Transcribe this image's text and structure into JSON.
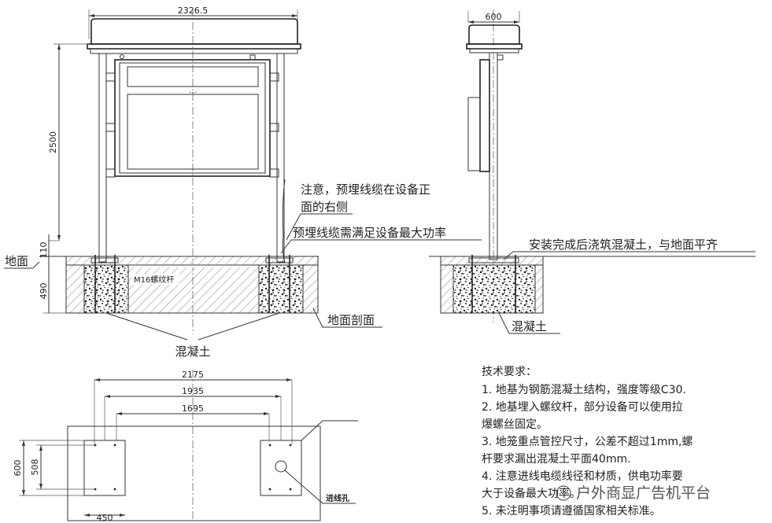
{
  "front_view": {
    "width_dim": "2326.5",
    "height_dim": "2500",
    "ground_offset_dim": "110",
    "foundation_depth_dim": "490",
    "ground_label": "地面",
    "rod_label": "M16螺纹杆",
    "concrete_label": "混凝土",
    "section_label": "地面剖面",
    "note_cable_position": "注意，预埋线缆在设备正面的右侧",
    "note_cable_position_line1": "注意，预埋线缆在设备正",
    "note_cable_position_line2": "面的右侧",
    "note_cable_power": "预埋线缆需满足设备最大功率",
    "screen_dots": "..."
  },
  "side_view": {
    "width_dim": "600",
    "note_pour": "安装完成后浇筑混凝土，与地面平齐",
    "concrete_label": "混凝土"
  },
  "plan_view": {
    "dim_outer": "2175",
    "dim_mid": "1935",
    "dim_inner": "1695",
    "dim_depth_outer": "600",
    "dim_depth_inner": "508",
    "dim_block_width": "450",
    "hole_label": "进线孔"
  },
  "tech_requirements": {
    "title": "技术要求：",
    "items": [
      "1. 地基为钢筋混凝土结构，强度等级C30.",
      "2. 地基埋入螺纹杆，部分设备可以使用拉",
      "爆螺丝固定。",
      "3. 地笼重点管控尺寸，公差不超过1mm,螺",
      "杆要求漏出混凝土平面40mm.",
      "4. 注意进线电缆线径和材质，供电功率要",
      "大于设备最大功率。",
      "5. 未注明事项请遵循国家相关标准。"
    ]
  },
  "watermark": "户外商显广告机平台"
}
